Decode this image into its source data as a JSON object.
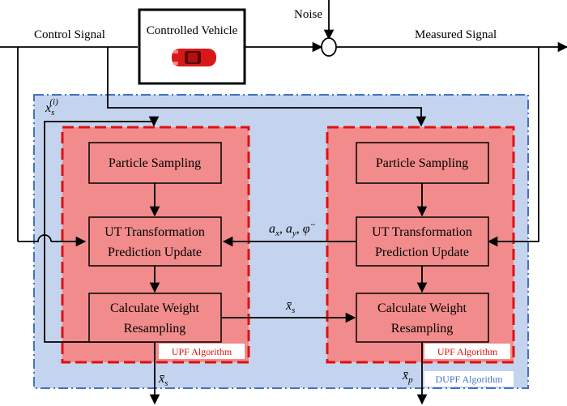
{
  "labels": {
    "control_signal": "Control Signal",
    "controlled_vehicle": "Controlled Vehicle",
    "noise": "Noise",
    "measured_signal": "Measured Signal"
  },
  "left_upf": {
    "sampling": "Particle Sampling",
    "ut_line1": "UT Transformation",
    "ut_line2": "Prediction Update",
    "calc_line1": "Calculate Weight",
    "calc_line2": "Resampling",
    "tag": "UPF Algorithm"
  },
  "right_upf": {
    "sampling": "Particle Sampling",
    "ut_line1": "UT Transformation",
    "ut_line2": "Prediction Update",
    "calc_line1": "Calculate Weight",
    "calc_line2": "Resampling",
    "tag": "UPF Algorithm"
  },
  "dupf_tag": "DUPF Algorithm",
  "math": {
    "xs_i_base": "x",
    "xs_i_sub": "s",
    "xs_i_sup": "(i)",
    "accel_label": "a",
    "accel_x_sub": "x",
    "accel_y_sub": "y",
    "phi_label": "φ̈",
    "xbar": "x̄",
    "sub_s": "s",
    "sub_p": "p"
  },
  "colors": {
    "dupf_fill": "#c5d4ee",
    "dupf_border": "#4472c4",
    "upf_fill": "#f28b8b",
    "upf_border": "#e01010",
    "car": "#d81818"
  }
}
